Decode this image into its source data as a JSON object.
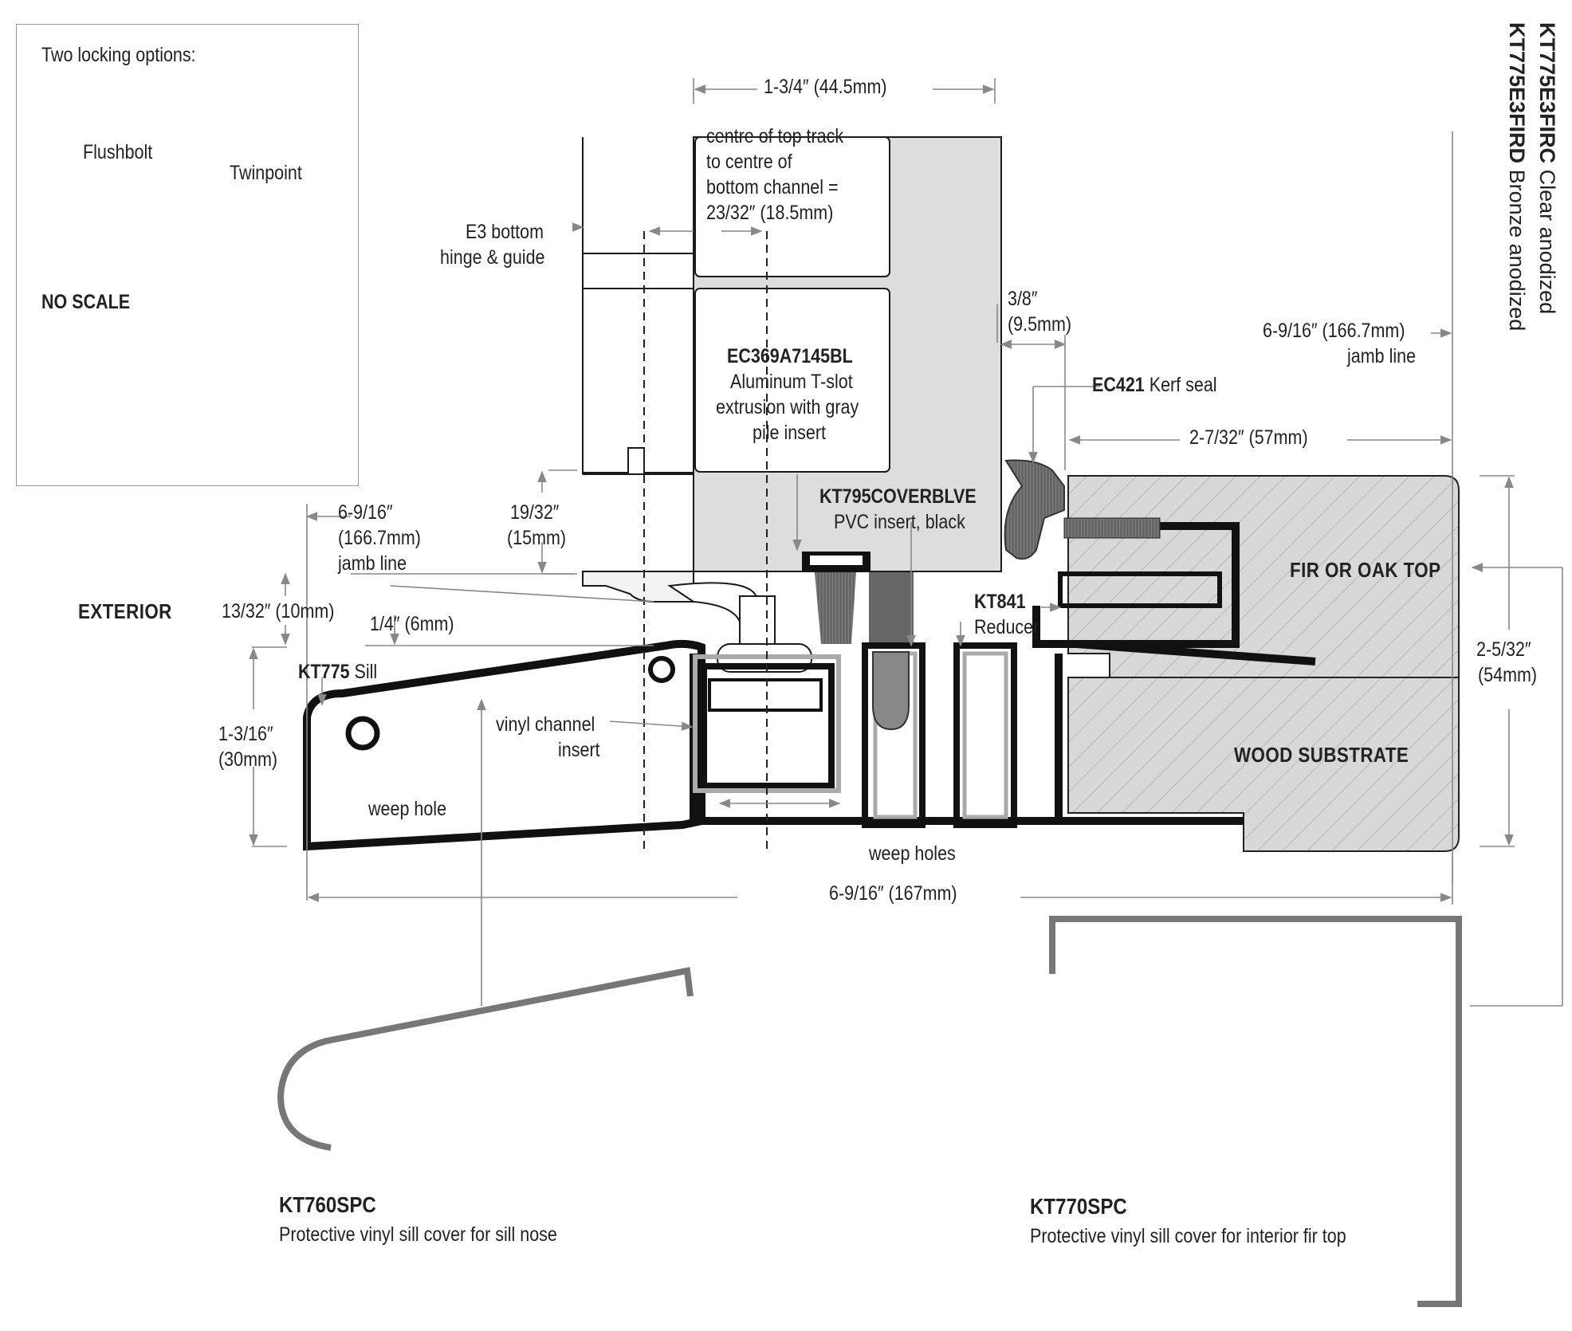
{
  "legend": {
    "title": "Two locking options:",
    "option1": "Flushbolt",
    "option2": "Twinpoint",
    "scale_note": "NO SCALE"
  },
  "product_codes": {
    "clear_code": "KT775E3FIRC",
    "clear_finish": "Clear anodized",
    "bronze_code": "KT775E3FIRD",
    "bronze_finish": "Bronze anodized"
  },
  "dimensions": {
    "top_width": "1-3/4″ (44.5mm)",
    "centre_line1": "centre of top track",
    "centre_line2": "to centre of",
    "centre_line3": "bottom channel =",
    "centre_line4": "23/32″ (18.5mm)",
    "gap_line1": "3/8″",
    "gap_line2": "(9.5mm)",
    "right_jamb_line1": "6-9/16″ (166.7mm)",
    "right_jamb_line2": "jamb line",
    "kerf_span": "2-7/32″ (57mm)",
    "hinge_height_line1": "19/32″",
    "hinge_height_line2": "(15mm)",
    "left_jamb_line1": "6-9/16″",
    "left_jamb_line2": "(166.7mm)",
    "left_jamb_line3": "jamb line",
    "dim_13_32": "13/32″ (10mm)",
    "dim_1_4": "1/4″ (6mm)",
    "sill_height_line1": "1-3/16″",
    "sill_height_line2": "(30mm)",
    "top_height_line1": "2-5/32″",
    "top_height_line2": "(54mm)",
    "overall_width": "6-9/16″ (167mm)"
  },
  "callouts": {
    "hinge_line1": "E3 bottom",
    "hinge_line2": "hinge & guide",
    "tslot_code": "EC369A7145BL",
    "tslot_line1": "Aluminum T-slot",
    "tslot_line2": "extrusion with gray",
    "tslot_line3": "pile insert",
    "kerf_code": "EC421",
    "kerf_desc": " Kerf seal",
    "cover_code": "KT795COVERBLVE",
    "cover_desc": "PVC insert, black",
    "reducer_code": "KT841",
    "reducer_desc": "Reducer",
    "sill_code": "KT775",
    "sill_desc": " Sill",
    "vinyl_line1": "vinyl channel",
    "vinyl_line2": "insert",
    "weep_hole": "weep hole",
    "weep_holes": "weep holes",
    "exterior": "EXTERIOR",
    "fir_top": "FIR OR OAK TOP",
    "wood_substrate": "WOOD SUBSTRATE"
  },
  "covers": {
    "nose_code": "KT760SPC",
    "nose_desc": "Protective vinyl sill cover for sill nose",
    "top_code": "KT770SPC",
    "top_desc": "Protective vinyl sill cover for interior fir top"
  },
  "colors": {
    "line": "#1a1a1a",
    "dim_line": "#888888",
    "panel_fill": "#dddddd",
    "wood_fill": "#d9d9d9",
    "extrusion": "#111111",
    "cover_stroke": "#777777"
  }
}
